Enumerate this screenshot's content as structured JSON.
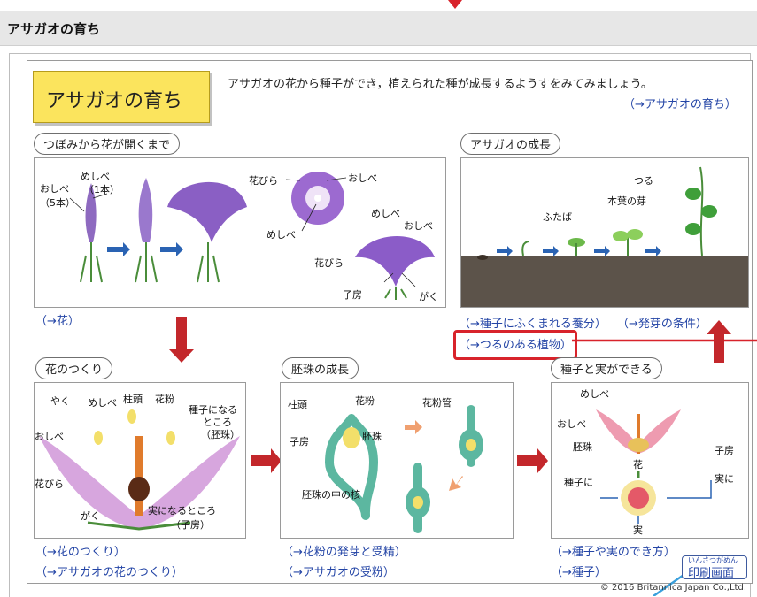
{
  "header": {
    "title": "アサガオの育ち"
  },
  "card": {
    "title": "アサガオの育ち",
    "intro": "アサガオの花から種子ができ，植えられた種が成長するようすをみてみましょう。",
    "link_main": "（→アサガオの育ち）"
  },
  "sections": {
    "bud": {
      "title": "つぼみから花が開くまで",
      "labels": {
        "pistil1": "めしべ",
        "pistil1b": "（1本）",
        "stamen1": "おしべ",
        "stamen1b": "（5本）",
        "petal": "花びら",
        "stamen2": "おしべ",
        "pistil2": "めしべ",
        "pistil3": "めしべ",
        "stamen3": "おしべ",
        "petal2": "花びら",
        "ovary": "子房",
        "sepal": "がく"
      },
      "link": "（→花）"
    },
    "growth": {
      "title": "アサガオの成長",
      "labels": {
        "vine": "つる",
        "true_leaf_bud": "本葉の芽",
        "cotyledon": "ふたば"
      },
      "links": [
        "（→種子にふくまれる養分）",
        "（→発芽の条件）"
      ],
      "highlight": "（→つるのある植物）"
    },
    "structure": {
      "title": "花のつくり",
      "labels": {
        "anther": "やく",
        "pistil": "めしべ",
        "stigma": "柱頭",
        "pollen": "花粉",
        "seed_part": "種子になる",
        "seed_part2": "ところ",
        "ovule": "（胚珠）",
        "stamen": "おしべ",
        "petal": "花びら",
        "sepal": "がく",
        "fruit_part": "実になるところ",
        "ovary": "（子房）"
      },
      "links": [
        "（→花のつくり）",
        "（→アサガオの花のつくり）"
      ]
    },
    "ovule": {
      "title": "胚珠の成長",
      "labels": {
        "stigma": "柱頭",
        "pollen": "花粉",
        "ovary": "子房",
        "ovule": "胚珠",
        "pollen_tube": "花粉管",
        "nucleus": "胚珠の中の核"
      },
      "links": [
        "（→花粉の発芽と受精）",
        "（→アサガオの受粉）"
      ]
    },
    "seed": {
      "title": "種子と実ができる",
      "labels": {
        "pistil": "めしべ",
        "stamen": "おしべ",
        "ovule": "胚珠",
        "flower": "花",
        "ovary": "子房",
        "seed": "種子に",
        "fruit": "実に",
        "fruit2": "実"
      },
      "links": [
        "（→種子や実のでき方）",
        "（→種子）"
      ]
    }
  },
  "print": {
    "small": "いんさつがめん",
    "big": "印刷画面"
  },
  "copyright": "© 2016 Britannica Japan Co.,Ltd.",
  "colors": {
    "accent_red": "#d8232b",
    "link_blue": "#2445a6",
    "title_yellow": "#fbe45d",
    "arrow_blue": "#2a63b3"
  }
}
